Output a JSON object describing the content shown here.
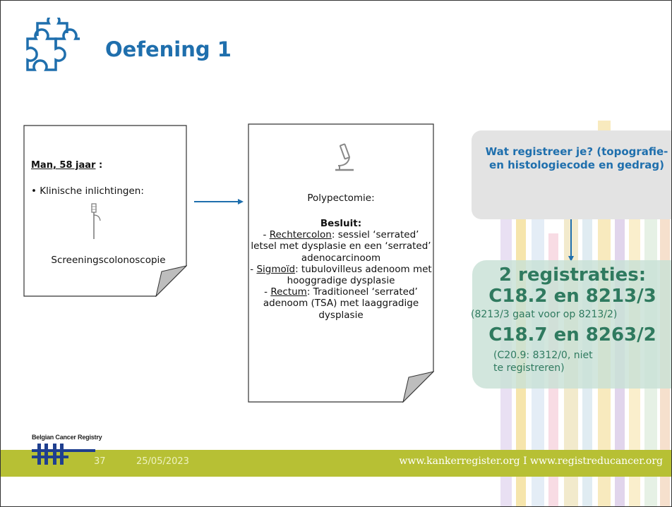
{
  "title": "Oefening 1",
  "note1": {
    "title": "Man, 58 jaar",
    "title_suffix": " :",
    "bullet": "• Klinische inlichtingen:",
    "procedure": "Screeningscolonoscopie"
  },
  "note2": {
    "heading": "Polypectomie:",
    "besluit": "Besluit:",
    "items": [
      {
        "prefix": "- ",
        "site": "Rechtercolon",
        "text": ": sessiel ‘serrated’ letsel met dysplasie en een ‘serrated’ adenocarcinoom"
      },
      {
        "prefix": "- ",
        "site": "Sigmoïd",
        "text": ": tubulovilleus adenoom met hooggradige dysplasie"
      },
      {
        "prefix": "- ",
        "site": "Rectum",
        "text": ": Traditioneel ‘serrated’ adenoom (TSA) met laaggradige dysplasie"
      }
    ]
  },
  "question": "Wat registreer je? (topografie-en histologiecode en gedrag)",
  "answer": {
    "line1": "2 registraties:",
    "line2": "C18.2 en 8213/3",
    "line3": "(8213/3 gaat voor op 8213/2)",
    "line4": "C18.7 en 8263/2",
    "line5": "(C20.9: 8312/0, niet te registreren)"
  },
  "footer": {
    "logo_text": "Belgian Cancer Registry",
    "page": "37",
    "date": "25/05/2023",
    "website": "www.kankerregister.org  I  www.registreducancer.org"
  },
  "colors": {
    "title_blue": "#1f6fad",
    "answer_green": "#2f7a5f",
    "footer_green": "#b7c034"
  }
}
